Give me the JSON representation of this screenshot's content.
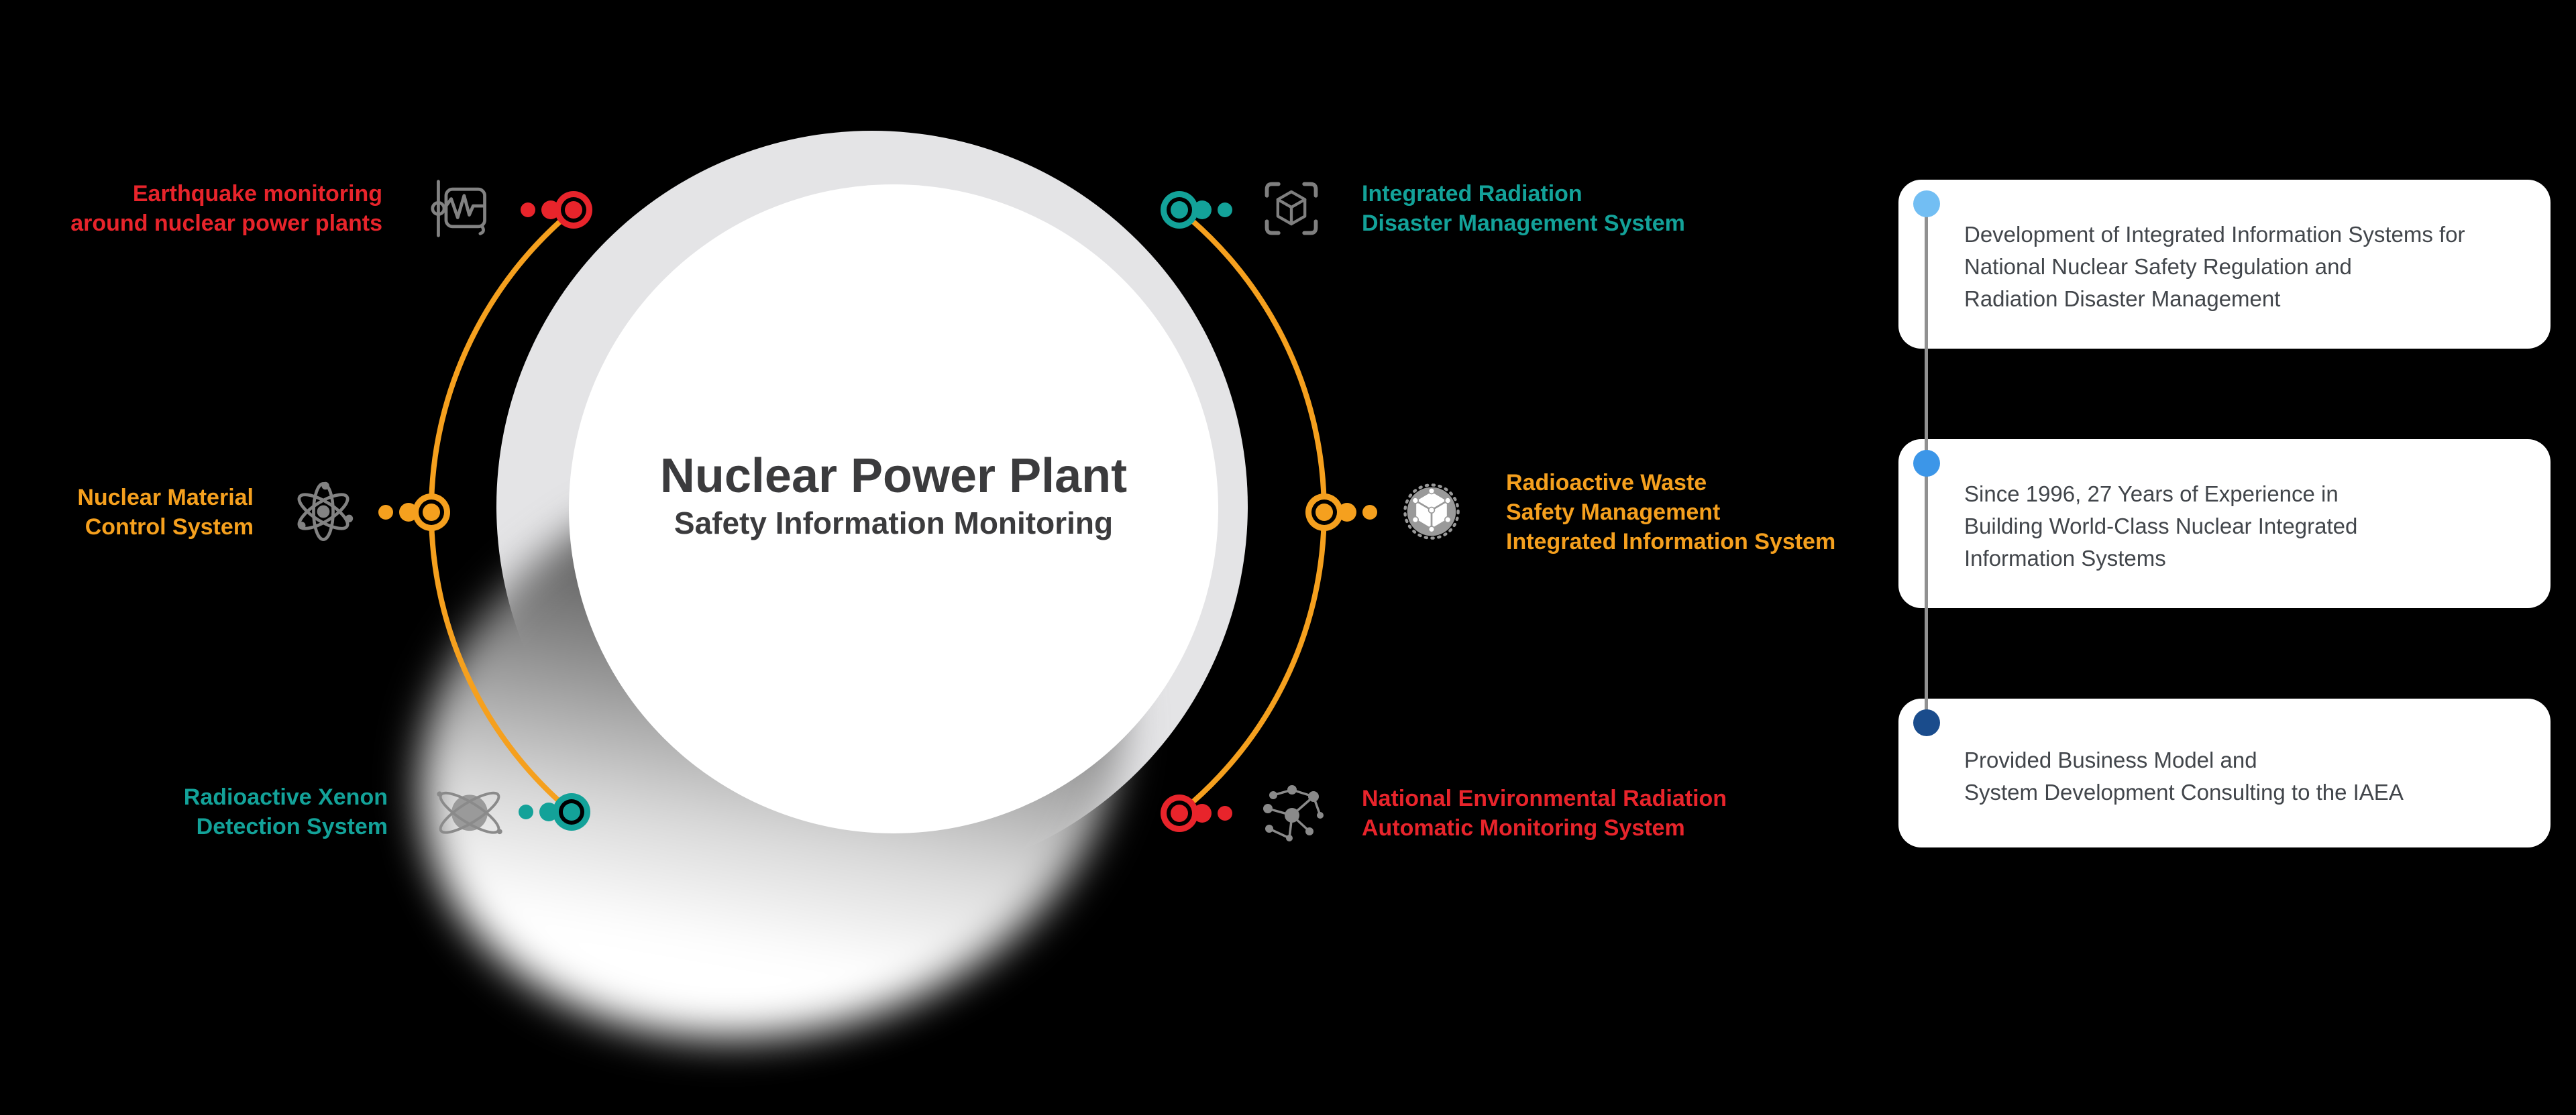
{
  "colors": {
    "red": "#E8242B",
    "orange": "#F5A01E",
    "teal": "#13A299",
    "icon_gray": "#828282",
    "icon_gray_fill": "#9A9A9A",
    "circle_gray": "#E4E4E6",
    "title_color": "#3B3B3D",
    "card_text_color": "#42464B",
    "connector_gray": "#919191",
    "background": "#000000"
  },
  "center": {
    "title": "Nuclear Power Plant",
    "subtitle": "Safety Information Monitoring"
  },
  "systems": [
    {
      "id": "earthquake-monitoring",
      "icon": "seismograph-icon",
      "color": "#E8242B",
      "lines": [
        "Earthquake monitoring",
        "around nuclear power plants"
      ]
    },
    {
      "id": "nuclear-material-control",
      "icon": "atom-icon",
      "color": "#F5A01E",
      "lines": [
        "Nuclear Material",
        "Control System"
      ]
    },
    {
      "id": "radioactive-xenon-detection",
      "icon": "xenon-atom-icon",
      "color": "#13A299",
      "lines": [
        "Radioactive Xenon",
        "Detection System"
      ]
    },
    {
      "id": "integrated-radiation-disaster",
      "icon": "cube-scan-icon",
      "color": "#13A299",
      "lines": [
        "Integrated Radiation",
        "Disaster Management System"
      ]
    },
    {
      "id": "radioactive-waste-management",
      "icon": "waste-sphere-icon",
      "color": "#F5A01E",
      "lines": [
        "Radioactive Waste",
        "Safety Management",
        "Integrated Information System"
      ]
    },
    {
      "id": "environmental-radiation-monitoring",
      "icon": "molecule-network-icon",
      "color": "#E8242B",
      "lines": [
        "National Environmental Radiation",
        "Automatic Monitoring System"
      ]
    }
  ],
  "timeline": {
    "cards": [
      {
        "dot_color": "#72BEF3",
        "lines": [
          "Development of Integrated Information Systems for",
          "National Nuclear Safety Regulation and",
          "Radiation Disaster Management"
        ]
      },
      {
        "dot_color": "#3C96E8",
        "lines": [
          "Since 1996, 27 Years of Experience in",
          "Building World-Class Nuclear Integrated",
          "Information Systems"
        ]
      },
      {
        "dot_color": "#1A4C8C",
        "lines": [
          "Provided Business Model and",
          "System Development Consulting to the IAEA"
        ]
      }
    ]
  }
}
